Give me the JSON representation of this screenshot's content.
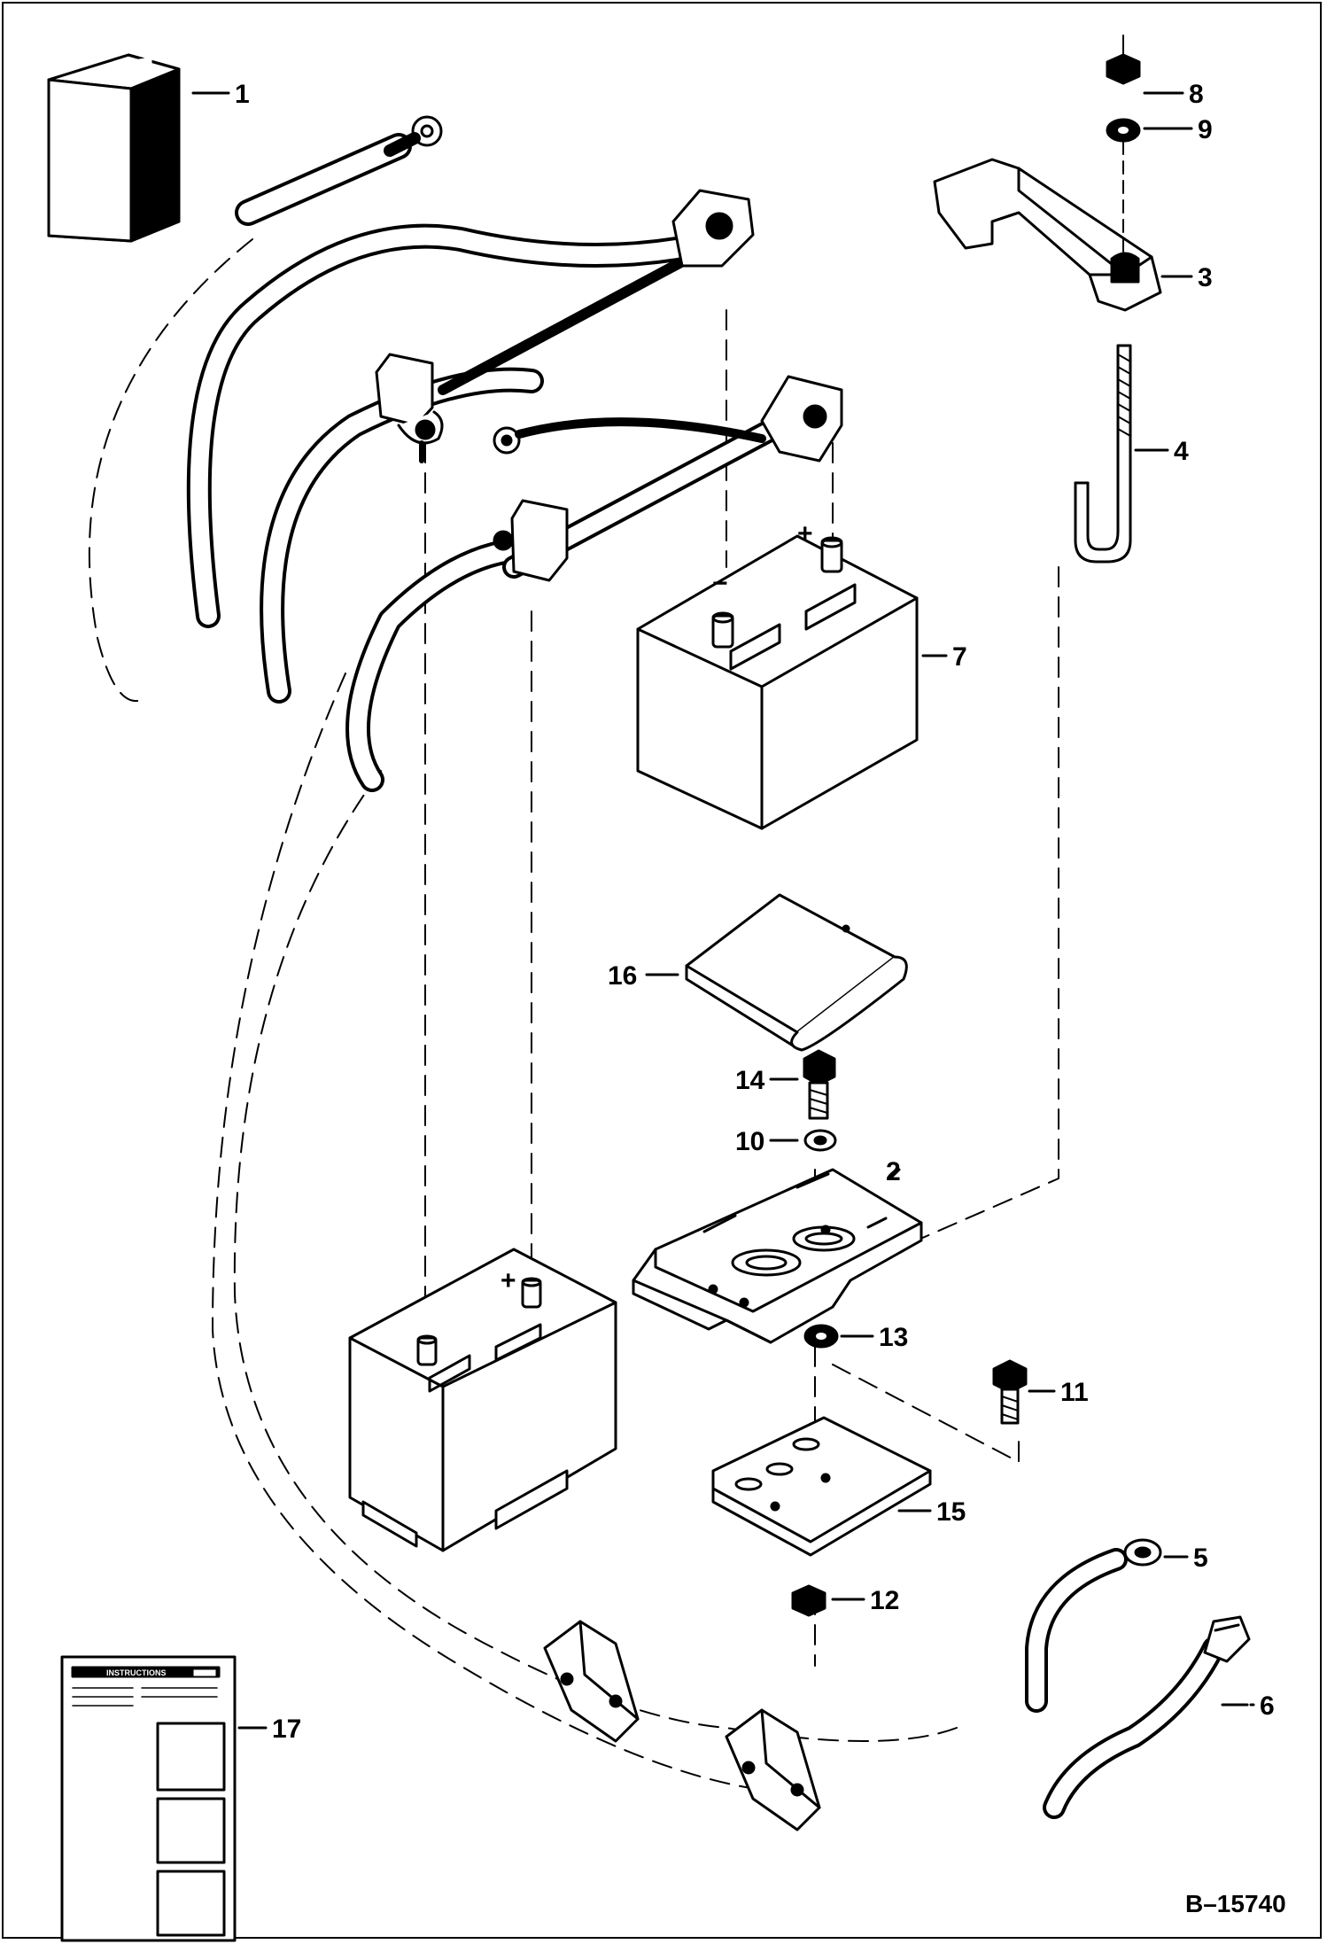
{
  "drawing": {
    "reference": "B–15740",
    "parts": [
      {
        "number": "1",
        "icon": "battery-cover-icon"
      },
      {
        "number": "2",
        "icon": "battery-tray-icon"
      },
      {
        "number": "3",
        "icon": "hold-down-clamp-icon"
      },
      {
        "number": "4",
        "icon": "j-bolt-icon"
      },
      {
        "number": "5",
        "icon": "ground-cable-icon"
      },
      {
        "number": "6",
        "icon": "positive-cable-icon"
      },
      {
        "number": "7",
        "icon": "battery-icon"
      },
      {
        "number": "8",
        "icon": "nut-icon"
      },
      {
        "number": "9",
        "icon": "washer-icon"
      },
      {
        "number": "10",
        "icon": "washer-icon"
      },
      {
        "number": "11",
        "icon": "bolt-icon"
      },
      {
        "number": "12",
        "icon": "nut-icon"
      },
      {
        "number": "13",
        "icon": "washer-icon"
      },
      {
        "number": "14",
        "icon": "bolt-icon"
      },
      {
        "number": "15",
        "icon": "mounting-plate-icon"
      },
      {
        "number": "16",
        "icon": "insulator-pad-icon"
      },
      {
        "number": "17",
        "icon": "instruction-decal-icon"
      }
    ],
    "terminal_marks": {
      "positive": "+",
      "negative": "−"
    },
    "decal_title": "INSTRUCTIONS"
  }
}
